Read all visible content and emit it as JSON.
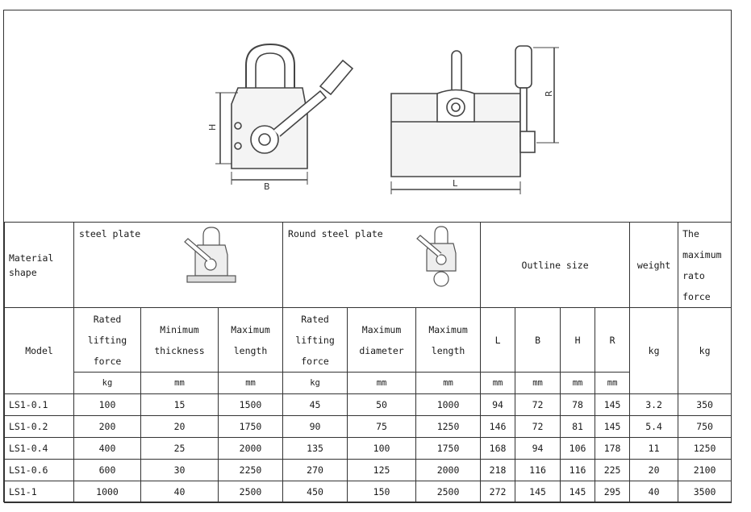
{
  "diagram": {
    "label_H": "H",
    "label_B": "B",
    "label_L": "L",
    "label_R": "R"
  },
  "header": {
    "material_shape": "Material shape",
    "steel_plate": "steel plate",
    "round_steel_plate": "Round steel plate",
    "outline_size": "Outline size",
    "weight": "weight",
    "max_force": "The maximum rato force"
  },
  "subheader": {
    "model": "Model",
    "rated_lifting_force": "Rated lifting force",
    "minimum_thickness": "Minimum thickness",
    "maximum_length": "Maximum length",
    "rated_lifting_force_2": "Rated lifting force",
    "maximum_diameter": "Maximum diameter",
    "maximum_length_2": "Maximum length",
    "L": "L",
    "B": "B",
    "H": "H",
    "R": "R",
    "weight_unit": "kg",
    "force_unit": "kg"
  },
  "units": [
    "kg",
    "mm",
    "mm",
    "kg",
    "mm",
    "mm",
    "mm",
    "mm",
    "mm",
    "mm"
  ],
  "rows": [
    [
      "LS1-0.1",
      "100",
      "15",
      "1500",
      "45",
      "50",
      "1000",
      "94",
      "72",
      "78",
      "145",
      "3.2",
      "350"
    ],
    [
      "LS1-0.2",
      "200",
      "20",
      "1750",
      "90",
      "75",
      "1250",
      "146",
      "72",
      "81",
      "145",
      "5.4",
      "750"
    ],
    [
      "LS1-0.4",
      "400",
      "25",
      "2000",
      "135",
      "100",
      "1750",
      "168",
      "94",
      "106",
      "178",
      "11",
      "1250"
    ],
    [
      "LS1-0.6",
      "600",
      "30",
      "2250",
      "270",
      "125",
      "2000",
      "218",
      "116",
      "116",
      "225",
      "20",
      "2100"
    ],
    [
      "LS1-1",
      "1000",
      "40",
      "2500",
      "450",
      "150",
      "2500",
      "272",
      "145",
      "145",
      "295",
      "40",
      "3500"
    ]
  ]
}
